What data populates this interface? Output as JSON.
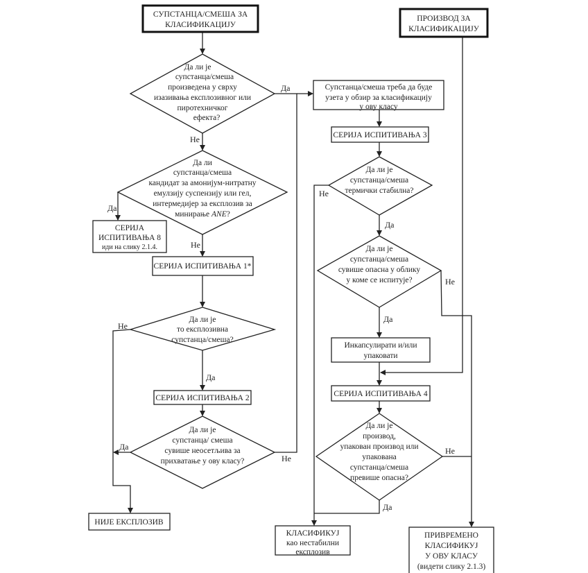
{
  "start_substance": [
    "СУПСТАНЦА/СМЕША ЗА",
    "КЛАСИФИКАЦИЈУ"
  ],
  "start_product": [
    "ПРОИЗВОД ЗА",
    "КЛАСИФИКАЦИЈУ"
  ],
  "q1": [
    "Да ли је",
    "супстанца/смеша",
    "произведена у сврху",
    "изазивања  експлозивног или",
    "пиротехничког",
    "ефекта?"
  ],
  "q2": [
    "Да ли",
    "супстанца/смеша",
    "кандидат за амонијум-нитратну",
    "емулзију суспензију или гел,",
    "интермедијер за експлозив за",
    "минирање ",
    "ANE",
    "?"
  ],
  "series8": [
    "СЕРИЈА",
    "ИСПИТИВАЊА 8",
    "иди на слику 2.1.4."
  ],
  "series1": "СЕРИЈА ИСПИТИВАЊА 1*",
  "q3": [
    "Да ли је",
    "то експлозивна",
    "супстанца/смеша?"
  ],
  "series2": "СЕРИЈА ИСПИТИВАЊА 2",
  "q4": [
    "Да ли је",
    "супстанца/ смеша",
    "сувише неосетљива за",
    "прихватање у ову класу?"
  ],
  "not_explosive": "НИЈЕ ЕКСПЛОЗИВ",
  "consider_box": [
    "Супстанца/смеша треба да буде",
    "узета у обзир за класификацију",
    "у ову класу"
  ],
  "series3": "СЕРИЈА ИСПИТИВАЊА 3",
  "q5": [
    "Да ли је",
    "супстанца/смеша",
    "термички стабилна?"
  ],
  "q6": [
    "Да ли је",
    "супстанца/смеша",
    "сувише опасна у облику",
    "у коме се испитује?"
  ],
  "encapsulate": [
    "Инкапсулирати и/или",
    "упаковати"
  ],
  "series4": "СЕРИЈА ИСПИТИВАЊА 4",
  "q7": [
    "Да ли је",
    "производ,",
    "упакован производ или",
    "упакована",
    "супстанца/смеша",
    "превише опасна?"
  ],
  "classify_unstable": [
    "КЛАСИФИКУЈ",
    "као нестабилни",
    "експлозив"
  ],
  "provisional": [
    "ПРИВРЕМЕНО",
    "КЛАСИФИКУЈ",
    "У ОВУ КЛАСУ",
    "(видети слику 2.1.3)"
  ],
  "labels": {
    "yes": "Да",
    "no": "Не"
  }
}
